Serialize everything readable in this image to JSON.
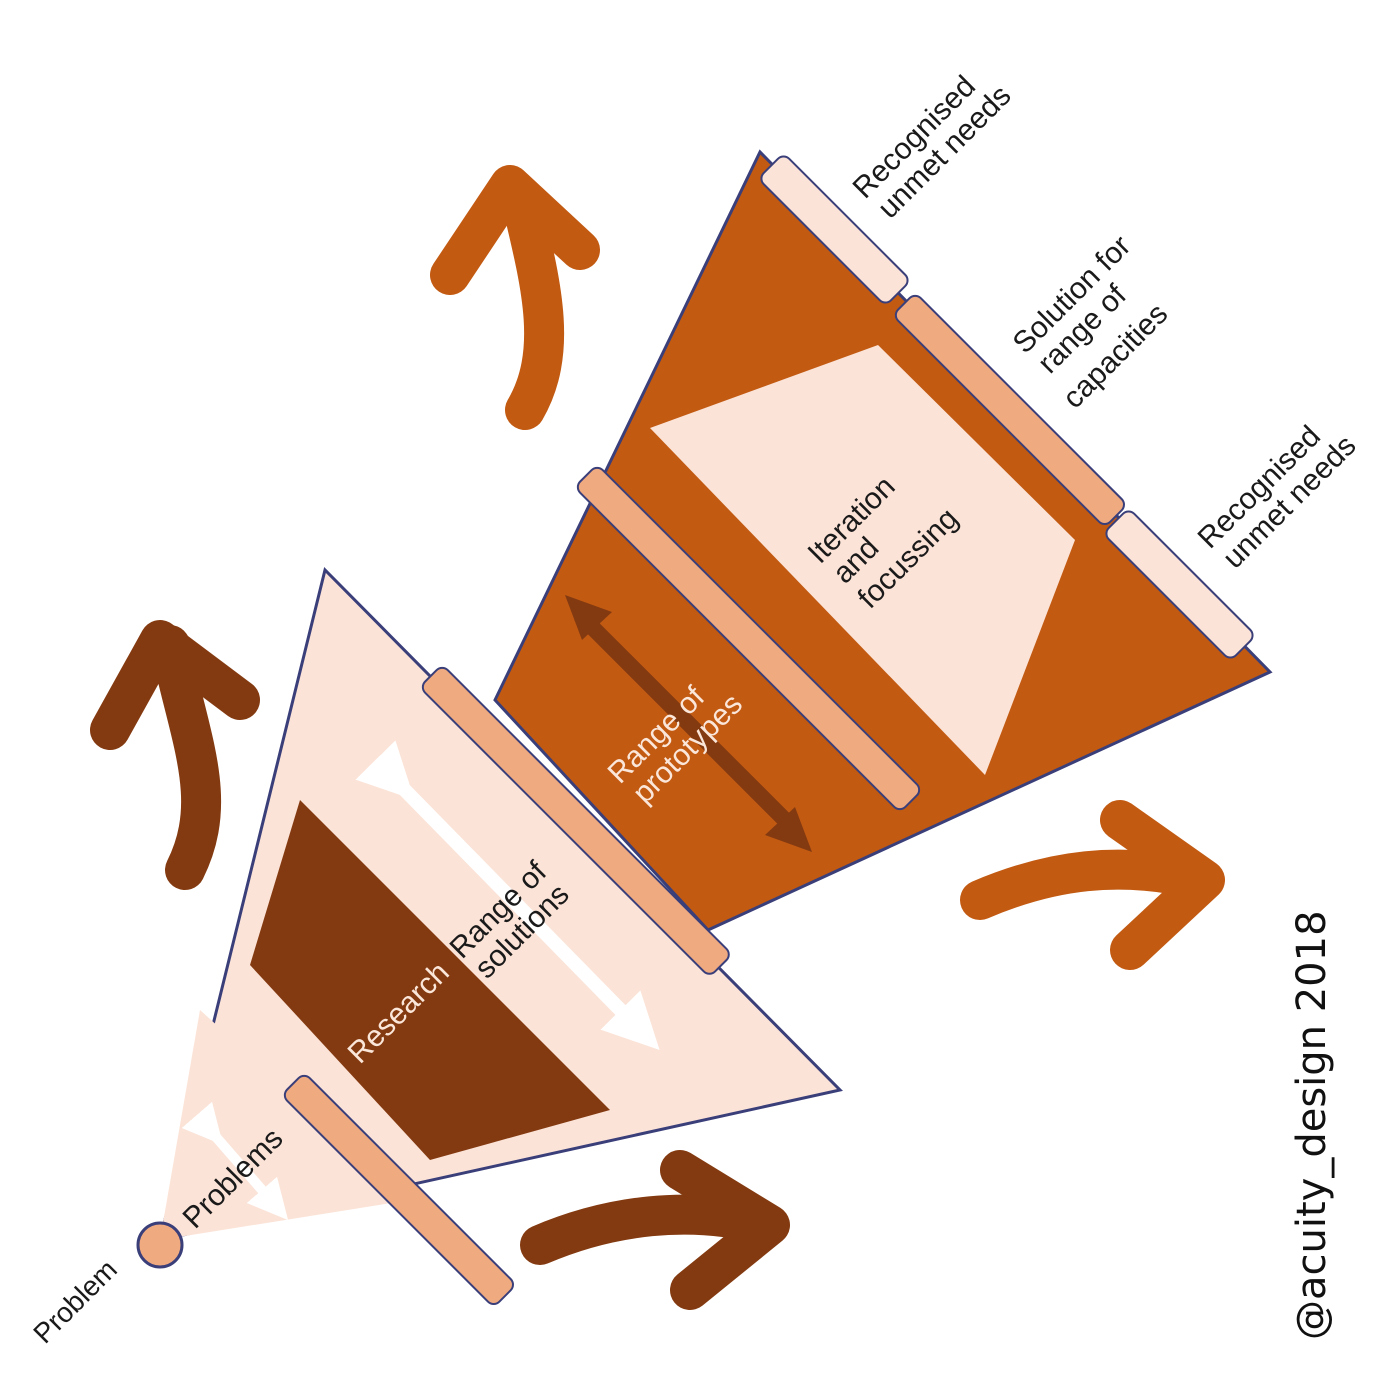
{
  "labels": {
    "problem": "Problem",
    "problems": "Problems",
    "research": "Research",
    "range_solutions_1": "Range of",
    "range_solutions_2": "solutions",
    "range_prototypes_1": "Range of",
    "range_prototypes_2": "prototypes",
    "iteration_1": "Iteration",
    "iteration_2": "and",
    "iteration_3": "focussing",
    "needs_top_1": "Recognised",
    "needs_top_2": "unmet needs",
    "solution_1": "Solution for",
    "solution_2": "range of",
    "solution_3": "capacities",
    "needs_bottom_1": "Recognised",
    "needs_bottom_2": "unmet needs"
  },
  "watermark": "@acuity_design 2018",
  "colors": {
    "cream": "#fbe3d7",
    "peach": "#f0aa80",
    "burnt_orange": "#c25a12",
    "dark_brown": "#843a10",
    "outline": "#3a3f7a"
  }
}
